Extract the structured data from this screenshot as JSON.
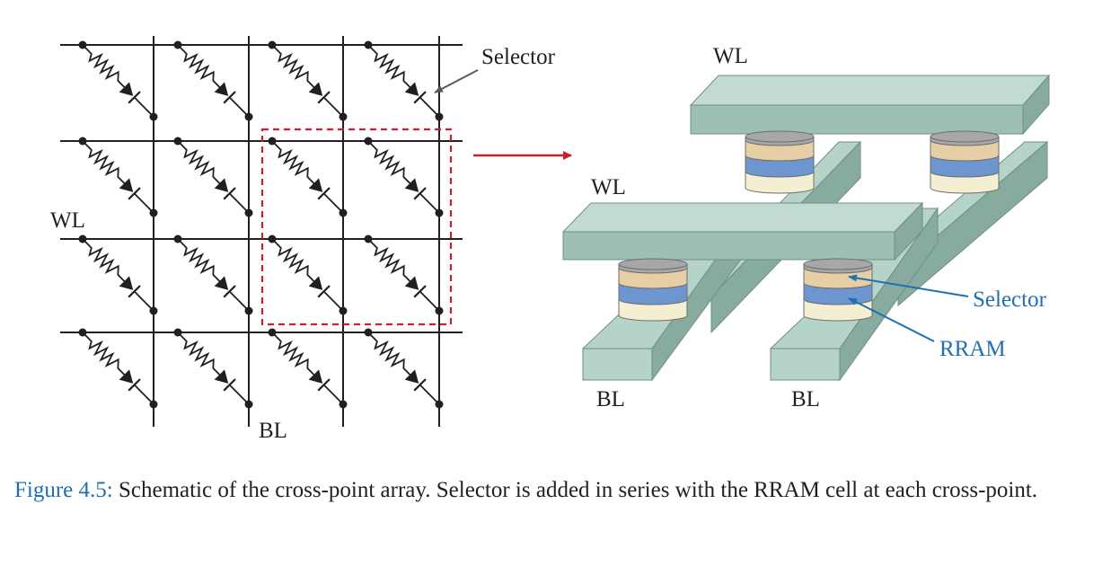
{
  "left_schematic": {
    "label_selector": "Selector",
    "label_wl": "WL",
    "label_bl": "BL"
  },
  "right_3d": {
    "label_wl_top": "WL",
    "label_wl_front": "WL",
    "label_bl_left": "BL",
    "label_bl_right": "BL",
    "label_selector": "Selector",
    "label_rram": "RRAM"
  },
  "caption": {
    "lead": "Figure 4.5:",
    "text": " Schematic of the cross-point array. Selector is added in series with the RRAM cell at each cross-point."
  },
  "colors": {
    "line": "#231f20",
    "highlight_box": "#cc1f2b",
    "arrow": "#c8202b",
    "bar_top": "#b5d3c8",
    "bar_front": "#9ec0b4",
    "bar_side": "#88ab9f",
    "blue_annot": "#1f6fb2",
    "layer_tan": "#e6cfa5",
    "layer_blue": "#6d95cf",
    "layer_cream": "#f4efd3",
    "layer_gray": "#a7a7a7"
  }
}
